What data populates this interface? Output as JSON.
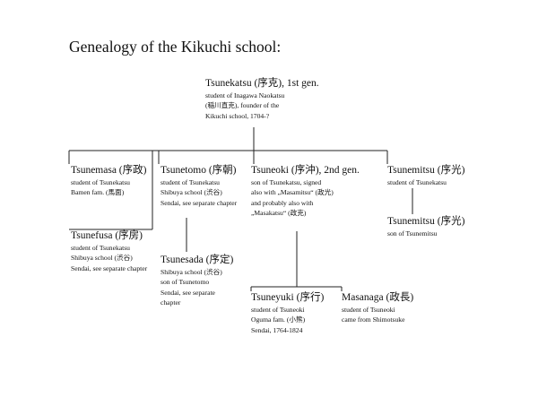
{
  "title": "Genealogy of the Kikuchi school:",
  "nodes": {
    "tsunekatsu": {
      "name": "Tsunekatsu (序克), 1st gen.",
      "details": [
        "student of Inagawa Naokatsu",
        "(稲川直克), founder of the",
        "Kikuchi school, 1704-?"
      ]
    },
    "tsunemasa": {
      "name": "Tsunemasa (序政)",
      "details": [
        "student of Tsunekatsu",
        "Bamen fam. (馬面)"
      ]
    },
    "tsunefusa": {
      "name": "Tsunefusa (序房)",
      "details": [
        "student of Tsunekatsu",
        "Shibuya school (渋谷)",
        "Sendai, see separate chapter"
      ]
    },
    "tsunetomo": {
      "name": "Tsunetomo (序朝)",
      "details": [
        "student of Tsunekatsu",
        "Shibuya school (渋谷)",
        "Sendai, see separate chapter"
      ]
    },
    "tsunesada": {
      "name": "Tsunesada (序定)",
      "details": [
        "Shibuya school (渋谷)",
        "son of Tsunetomo",
        "Sendai, see separate",
        "chapter"
      ]
    },
    "tsuneoki": {
      "name": "Tsuneoki (序沖), 2nd gen.",
      "details": [
        "son of Tsunekatsu, signed",
        "also with „Masamitsu“ (政光)",
        "and probably also with",
        "„Masakatsu“ (政克)"
      ]
    },
    "tsuneyuki": {
      "name": "Tsuneyuki (序行)",
      "details": [
        "student of Tsuneoki",
        "Oguma fam. (小熊)",
        "Sendai, 1764-1824"
      ]
    },
    "masanaga": {
      "name": "Masanaga (政長)",
      "details": [
        "student of Tsuneoki",
        "came from Shimotsuke"
      ]
    },
    "tsunemitsu1": {
      "name": "Tsunemitsu (序光)",
      "details": [
        "student of Tsunekatsu"
      ]
    },
    "tsunemitsu2": {
      "name": "Tsunemitsu (序光)",
      "details": [
        "son of Tsunemitsu"
      ]
    }
  }
}
